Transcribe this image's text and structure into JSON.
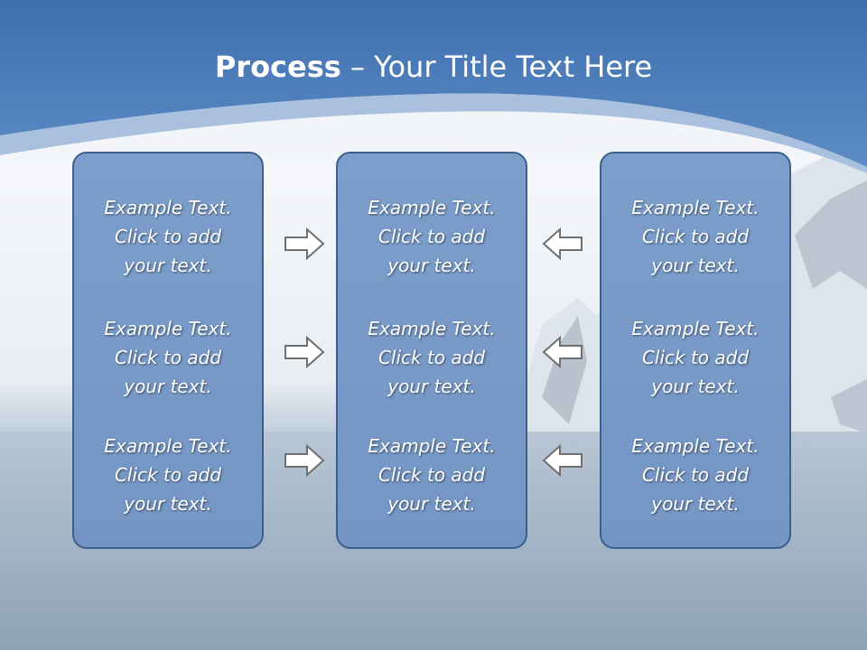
{
  "title": {
    "bold": "Process",
    "rest": " – Your Title Text Here"
  },
  "colors": {
    "header_blue": "#4f7fb8",
    "box_fill": "#7b9dca",
    "box_border": "#3d5f8e",
    "arrow_stroke": "#6f6f6f"
  },
  "columns": [
    {
      "items": [
        "Example Text.\nClick  to add\nyour text.",
        "Example Text.\nClick  to add\nyour text.",
        "Example Text.\nClick  to add\nyour text."
      ]
    },
    {
      "items": [
        "Example Text.\nClick  to add\nyour text.",
        "Example Text.\nClick  to add\nyour text.",
        "Example Text.\nClick  to add\nyour text."
      ]
    },
    {
      "items": [
        "Example Text.\nClick  to add\nyour text.",
        "Example Text.\nClick  to add\nyour text.",
        "Example Text.\nClick  to add\nyour text."
      ]
    }
  ],
  "arrows": [
    {
      "direction": "right",
      "icon": "arrow-right-icon"
    },
    {
      "direction": "right",
      "icon": "arrow-right-icon"
    },
    {
      "direction": "right",
      "icon": "arrow-right-icon"
    },
    {
      "direction": "left",
      "icon": "arrow-left-icon"
    },
    {
      "direction": "left",
      "icon": "arrow-left-icon"
    },
    {
      "direction": "left",
      "icon": "arrow-left-icon"
    }
  ]
}
